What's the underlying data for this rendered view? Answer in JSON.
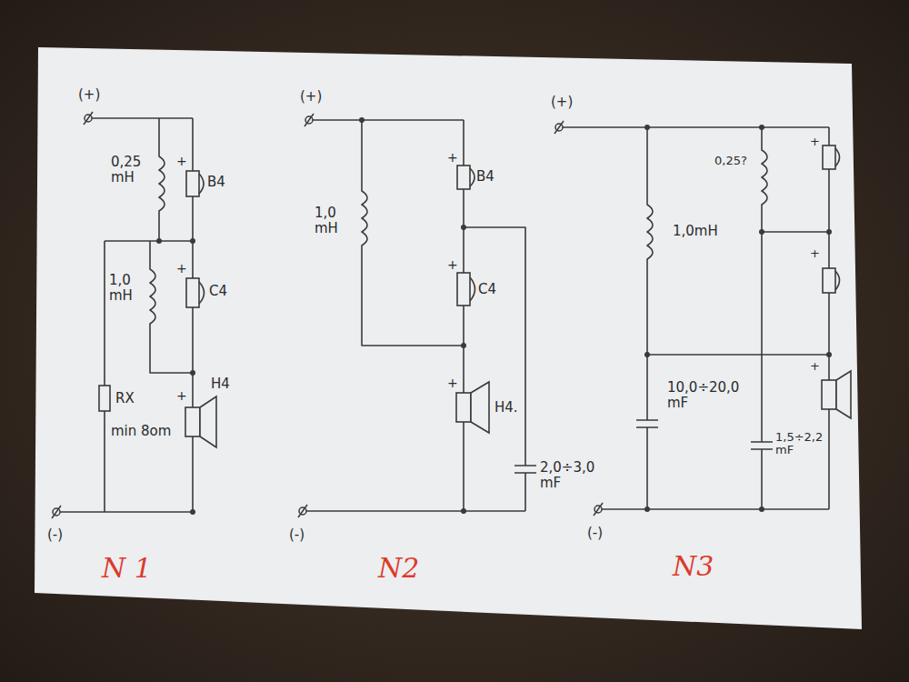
{
  "diagram": {
    "labels": [
      "(+)",
      "0,25 mH",
      "+",
      "B4",
      "1,0 mH",
      "+",
      "C4",
      "RX",
      "min 8om",
      "+",
      "H4",
      "(-)",
      "N 1",
      "(+)",
      "1,0 mH",
      "+",
      "B4",
      "+",
      "C4",
      "+",
      "H4.",
      "2,0÷3,0 mF",
      "(-)",
      "N2",
      "(+)",
      "0,25?",
      "+",
      "1,0mH",
      "+",
      "10,0÷20,0 mF",
      "+",
      "1,5÷2,2 mF",
      "(-)",
      "N3"
    ]
  }
}
